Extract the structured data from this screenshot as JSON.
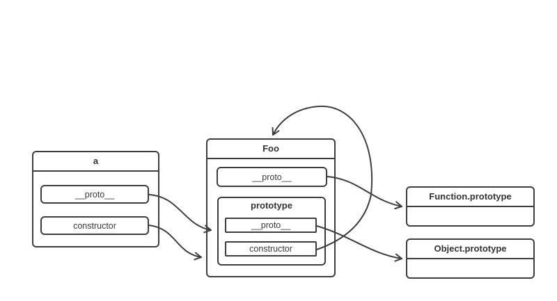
{
  "style": {
    "background": "#ffffff",
    "stroke_color": "#3d3d3d",
    "text_color": "#333333"
  },
  "nodes": {
    "a": {
      "title": "a",
      "fields": [
        "__proto__",
        "constructor"
      ]
    },
    "foo": {
      "title": "Foo",
      "proto_field": "__proto__",
      "prototype_group": {
        "title": "prototype",
        "fields": [
          "__proto__",
          "constructor"
        ]
      }
    },
    "function_prototype": {
      "title": "Function.prototype"
    },
    "object_prototype": {
      "title": "Object.prototype"
    }
  },
  "edges": [
    {
      "from": "a.__proto__",
      "to": "Foo.prototype"
    },
    {
      "from": "a.constructor",
      "to": "Foo"
    },
    {
      "from": "Foo.__proto__",
      "to": "Function.prototype"
    },
    {
      "from": "Foo.prototype.__proto__",
      "to": "Object.prototype"
    },
    {
      "from": "Foo.prototype.constructor",
      "to": "Foo"
    }
  ]
}
